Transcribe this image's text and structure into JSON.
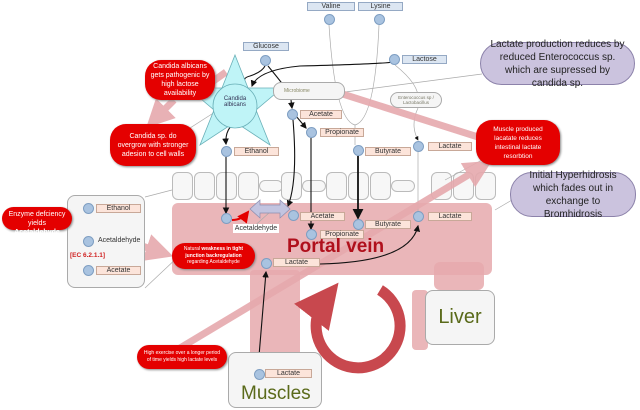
{
  "inputs": {
    "valine": "Valine",
    "lysine": "Lysine",
    "glucose": "Glucose",
    "lactose": "Lactose"
  },
  "organisms": {
    "candida": "Candida albicans",
    "microbiome": "Microbiome",
    "enterococcus": "Enterococcus sp / Lactobacillus"
  },
  "gut_metabolites": {
    "acetate": "Acetate",
    "propionate": "Propionate",
    "butyrate": "Butyrate",
    "lactate": "Lactate",
    "ethanol": "Ethanol"
  },
  "portal_metabolites": {
    "acetaldehyde": "Acetaldehyde",
    "acetate": "Acetate",
    "propionate": "Propionate",
    "butyrate": "Butyrate",
    "lactate": "Lactate",
    "lactate_in": "Lactate"
  },
  "inset": {
    "ethanol": "Ethanol",
    "acetaldehyde": "Acetaldehyde",
    "enzyme": "[EC 6.2.1.1]",
    "acetate": "Acetate"
  },
  "regions": {
    "portal_vein": "Portal vein",
    "liver": "Liver",
    "muscles": "Muscles",
    "muscle_lactate": "Lactate"
  },
  "notes": {
    "candida_pathogenic": "Candida albicans gets pathogenic by high lactose availability",
    "candida_overgrow": "Candida sp. do overgrow with stronger adesion to cell walls",
    "lactate_reduction": "Lactate production reduces by reduced Enterococcus sp. which are supressed by candida sp.",
    "muscle_lactate": "Muscle produced lacatate reduces intestinal lactate resorbtion",
    "hyperhidrosis": "Initial Hyperhidrosis which fades out in exchange to Bromhidrosis",
    "enzyme_prefix": "Enzyme defciency yields ",
    "enzyme_bold": "Acetaldehyde",
    "weakness_a": "Natural ",
    "weakness_b": "weakness in tight junction backregulation",
    "weakness_c": " regarding Acetaldehyde",
    "exercise": "High exercise over a longer period of time yields high lactate levels"
  },
  "colors": {
    "alert": "#e40000",
    "info": "#cbc3de",
    "portal": "#e6a9ad",
    "portal_text": "#b0101c",
    "organ_text": "#5a6a1a"
  }
}
